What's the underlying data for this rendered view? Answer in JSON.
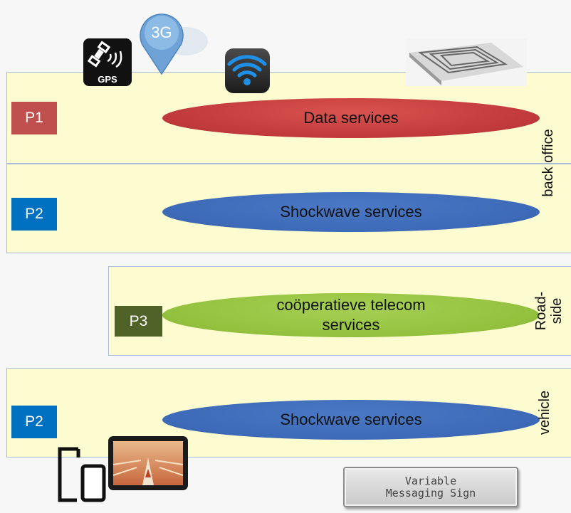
{
  "icons": {
    "gps": {
      "label": "GPS"
    },
    "3g": {
      "label": "3G"
    },
    "wifi": {
      "label": ""
    },
    "road_map": {
      "label": ""
    },
    "devices": {
      "label": ""
    },
    "navigation_tablet": {
      "label": ""
    }
  },
  "layers": {
    "back_office": {
      "label": "back office",
      "rows": [
        {
          "priority": "P1",
          "service": "Data services",
          "priority_color": "#c0504d",
          "ellipse_color": "#c0393b"
        },
        {
          "priority": "P2",
          "service": "Shockwave services",
          "priority_color": "#0070c0",
          "ellipse_color": "#3d6ab8"
        }
      ]
    },
    "roadside": {
      "label_line1": "Road-",
      "label_line2": "side",
      "row": {
        "priority": "P3",
        "service_line1": "coöperatieve telecom",
        "service_line2": "services",
        "priority_color": "#4f6228",
        "ellipse_color": "#93c13e"
      }
    },
    "vehicle": {
      "label": "vehicle",
      "row": {
        "priority": "P2",
        "service": "Shockwave services",
        "priority_color": "#0070c0",
        "ellipse_color": "#3d6ab8"
      }
    }
  },
  "vms_sign": {
    "line1": "Variable",
    "line2": "Messaging Sign"
  }
}
